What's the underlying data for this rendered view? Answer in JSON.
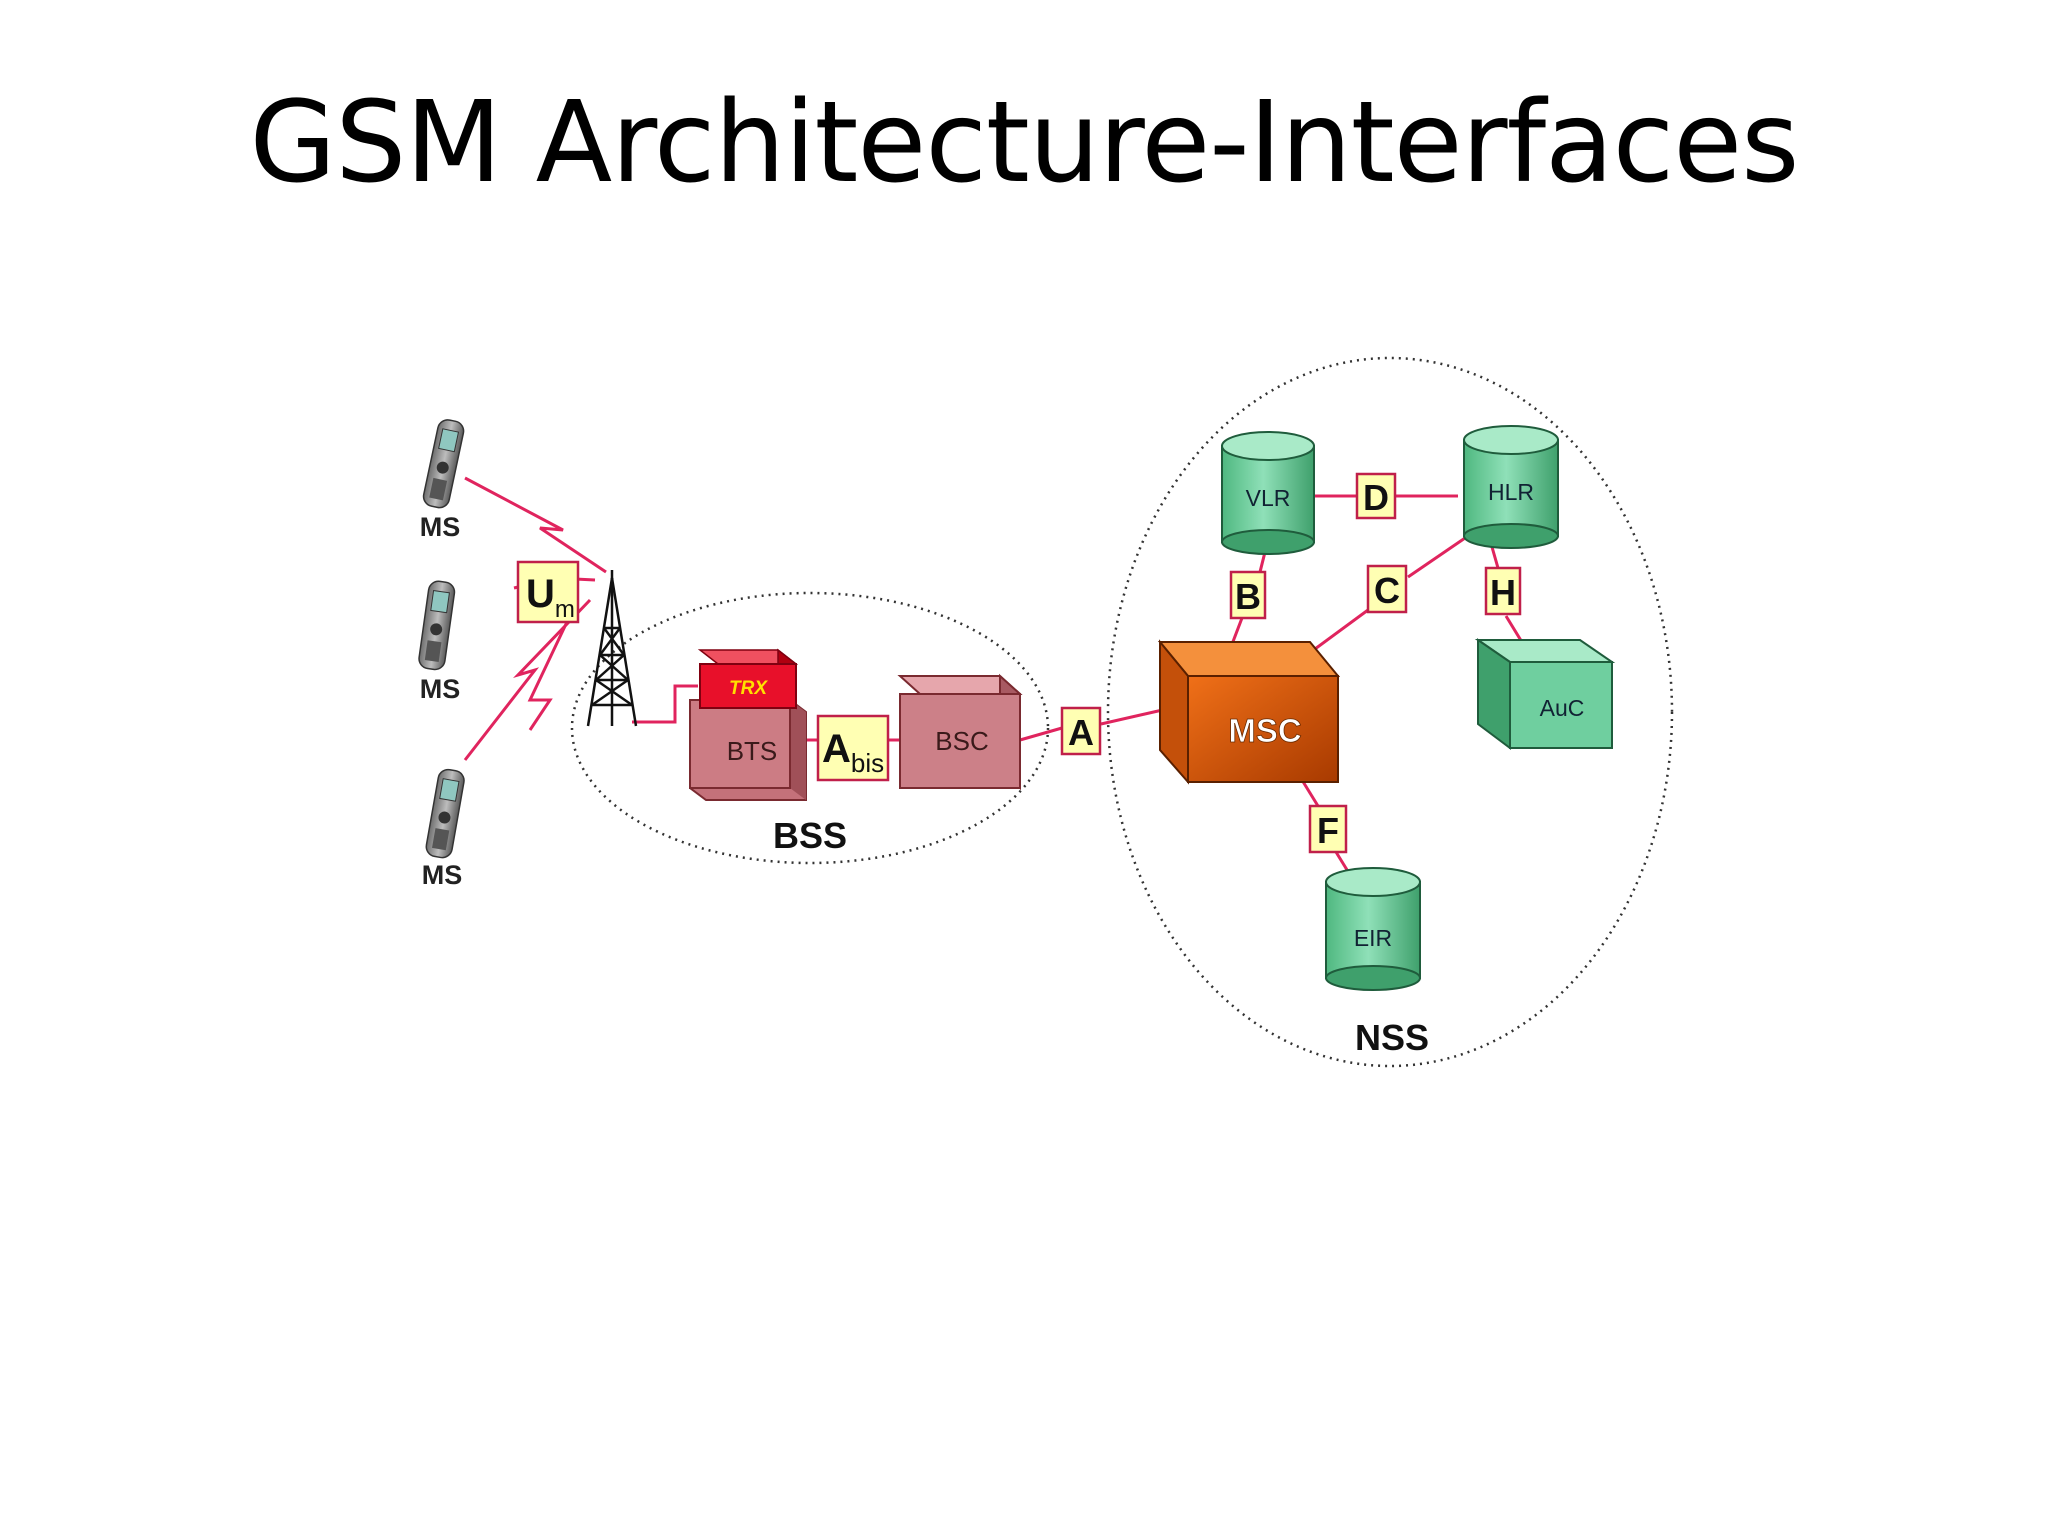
{
  "slide": {
    "title": "GSM Architecture-Interfaces"
  },
  "mobile_stations": [
    {
      "label": "MS",
      "icon": "mobile-phone-icon"
    },
    {
      "label": "MS",
      "icon": "mobile-phone-icon"
    },
    {
      "label": "MS",
      "icon": "mobile-phone-icon"
    }
  ],
  "antenna": {
    "icon": "antenna-tower-icon"
  },
  "bss": {
    "group_label": "BSS",
    "trx_label": "TRX",
    "bts_label": "BTS",
    "bsc_label": "BSC"
  },
  "nss": {
    "group_label": "NSS",
    "msc_label": "MSC",
    "vlr_label": "VLR",
    "hlr_label": "HLR",
    "auc_label": "AuC",
    "eir_label": "EIR"
  },
  "interfaces": {
    "um_main": "U",
    "um_sub": "m",
    "abis_main": "A",
    "abis_sub": "bis",
    "a": "A",
    "b": "B",
    "c": "C",
    "d": "D",
    "f": "F",
    "h": "H"
  },
  "colors": {
    "link": "#e0245e",
    "interface_box": "#ffffb3",
    "bts_fill": "#cc7a80",
    "trx_fill": "#e8102a",
    "trx_text": "#ffe000",
    "bsc_fill": "#cc8088",
    "msc_fill": "#e05a0a",
    "database_fill": "#6fcf9f"
  }
}
